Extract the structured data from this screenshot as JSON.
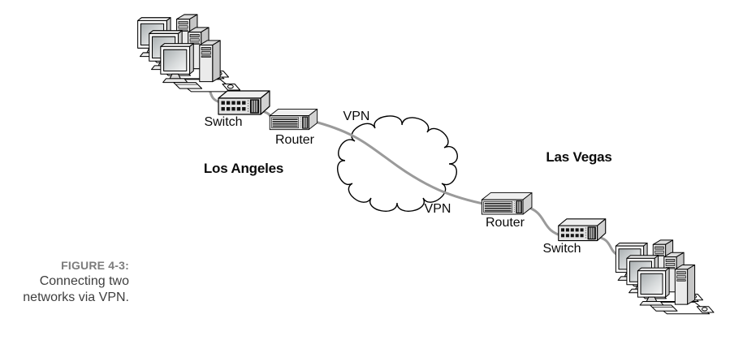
{
  "figure": {
    "number": "FIGURE 4-3:",
    "caption_lines": [
      "Connecting two",
      "networks via VPN."
    ]
  },
  "sites": {
    "los_angeles": {
      "city": "Los Angeles",
      "switch": "Switch",
      "router": "Router",
      "vpn": "VPN"
    },
    "las_vegas": {
      "city": "Las Vegas",
      "switch": "Switch",
      "router": "Router",
      "vpn": "VPN"
    }
  },
  "icons": {
    "cloud": "internet-cloud-icon",
    "workstations": "workstation-cluster-icon",
    "switch": "network-switch-icon",
    "router": "network-router-icon",
    "cable": "network-cable-line"
  },
  "colors": {
    "background": "#ffffff",
    "cable": "#9a9a9a",
    "outline": "#000000",
    "device_fill": "#e3e3e3",
    "vent_fill": "#454545",
    "caption_number": "#7c7c7c",
    "caption_text": "#3e3e3e",
    "label_text": "#0a0a0a"
  }
}
